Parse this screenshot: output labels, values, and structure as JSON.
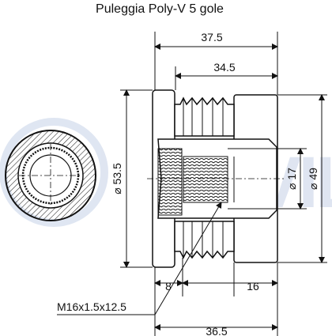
{
  "title": "Puleggia Poly-V 5 gole",
  "dimensions": {
    "overall_length_top": "37.5",
    "inner_length_top": "34.5",
    "diameter_left": "53.5",
    "diameter_bore": "17",
    "diameter_outer_right": "49",
    "flange_width": "8",
    "right_section": "16",
    "thread_spec": "M16x1.5x12.5",
    "overall_length_bottom": "36.5"
  },
  "watermark": "RUVILLE",
  "colors": {
    "line": "#111111",
    "watermark": "#c4d0e6",
    "hatch": "#222222"
  }
}
